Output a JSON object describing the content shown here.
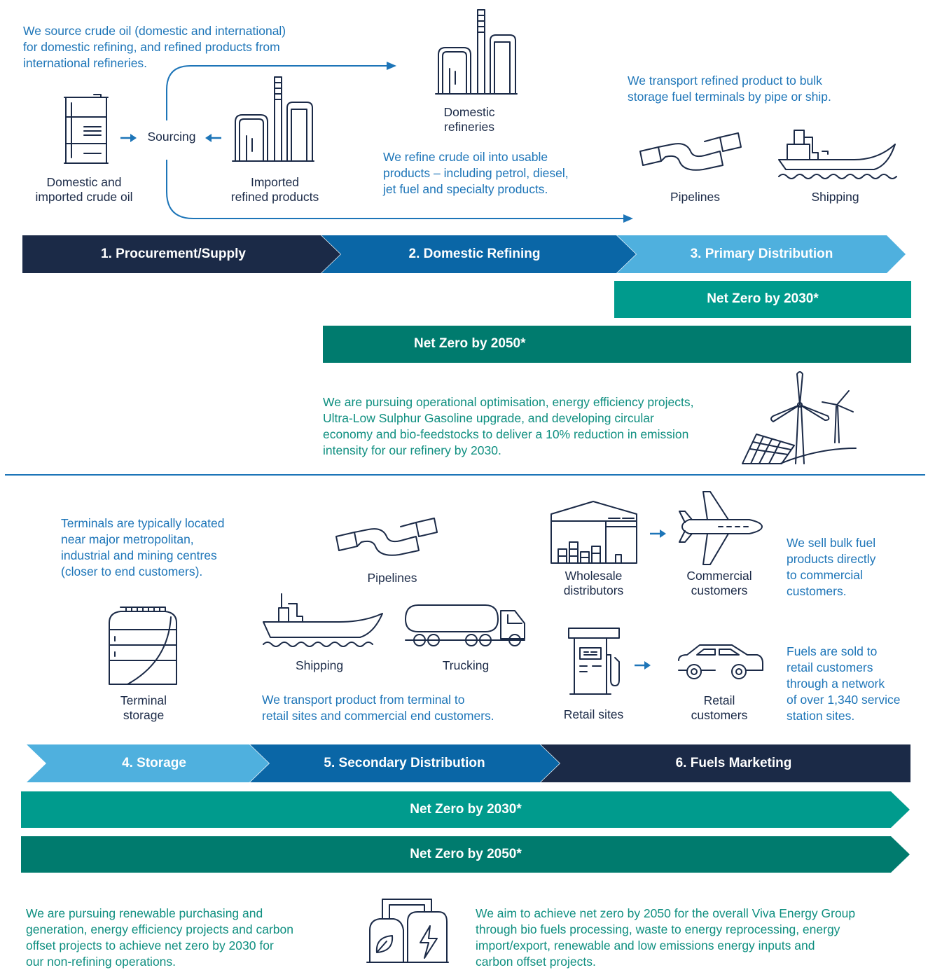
{
  "top": {
    "source_text": "We source crude oil (domestic and international)\nfor domestic refining, and refined products from\ninternational refineries.",
    "crude_label": "Domestic and\nimported crude oil",
    "sourcing_label": "Sourcing",
    "imported_label": "Imported\nrefined products",
    "domestic_refineries_label": "Domestic\nrefineries",
    "refine_text": "We refine crude oil into usable\nproducts – including petrol, diesel,\njet fuel and specialty products.",
    "transport_text": "We transport refined product to bulk\nstorage fuel terminals by pipe or ship.",
    "pipelines_label": "Pipelines",
    "shipping_label": "Shipping"
  },
  "stages_top": [
    {
      "label": "1. Procurement/Supply",
      "color": "#1b2a47"
    },
    {
      "label": "2. Domestic Refining",
      "color": "#0a66a6"
    },
    {
      "label": "3. Primary Distribution",
      "color": "#4fb0de"
    }
  ],
  "net_zero_2030_top": {
    "label": "Net Zero by 2030*",
    "color": "#009b8d"
  },
  "net_zero_2050_top": {
    "label": "Net Zero by 2050*",
    "color": "#007b6e"
  },
  "refinery_text": "We are pursuing operational optimisation, energy efficiency projects,\nUltra-Low Sulphur Gasoline upgrade, and developing circular\neconomy and bio-feedstocks to deliver a 10% reduction in emission\nintensity for our refinery by 2030.",
  "bottom": {
    "terminals_text": "Terminals are typically located\nnear major metropolitan,\nindustrial and mining centres\n(closer to end customers).",
    "terminal_label": "Terminal\nstorage",
    "pipelines_label": "Pipelines",
    "shipping_label": "Shipping",
    "trucking_label": "Trucking",
    "transport_text": "We transport product from terminal to\nretail sites and commercial end customers.",
    "wholesale_label": "Wholesale\ndistributors",
    "commercial_label": "Commercial\ncustomers",
    "bulk_text": "We sell bulk fuel\nproducts directly\nto commercial\ncustomers.",
    "retail_sites_label": "Retail sites",
    "retail_customers_label": "Retail\ncustomers",
    "fuels_text": "Fuels are sold to\nretail customers\nthrough a network\nof over 1,340 service\nstation sites."
  },
  "stages_bottom": [
    {
      "label": "4. Storage",
      "color": "#4fb0de"
    },
    {
      "label": "5. Secondary Distribution",
      "color": "#0a66a6"
    },
    {
      "label": "6. Fuels Marketing",
      "color": "#1b2a47"
    }
  ],
  "net_zero_2030_bottom": {
    "label": "Net Zero by 2030*",
    "color": "#009b8d"
  },
  "net_zero_2050_bottom": {
    "label": "Net Zero by 2050*",
    "color": "#007b6e"
  },
  "renewable_text": "We are pursuing renewable purchasing and\ngeneration, energy efficiency projects and carbon\noffset projects to achieve net zero by 2030 for\nour non-refining operations.",
  "group_text": "We aim to achieve net zero by 2050 for the overall Viva Energy Group\nthrough bio fuels processing, waste to energy reprocessing, energy\nimport/export, renewable and low emissions energy inputs and\ncarbon offset projects."
}
